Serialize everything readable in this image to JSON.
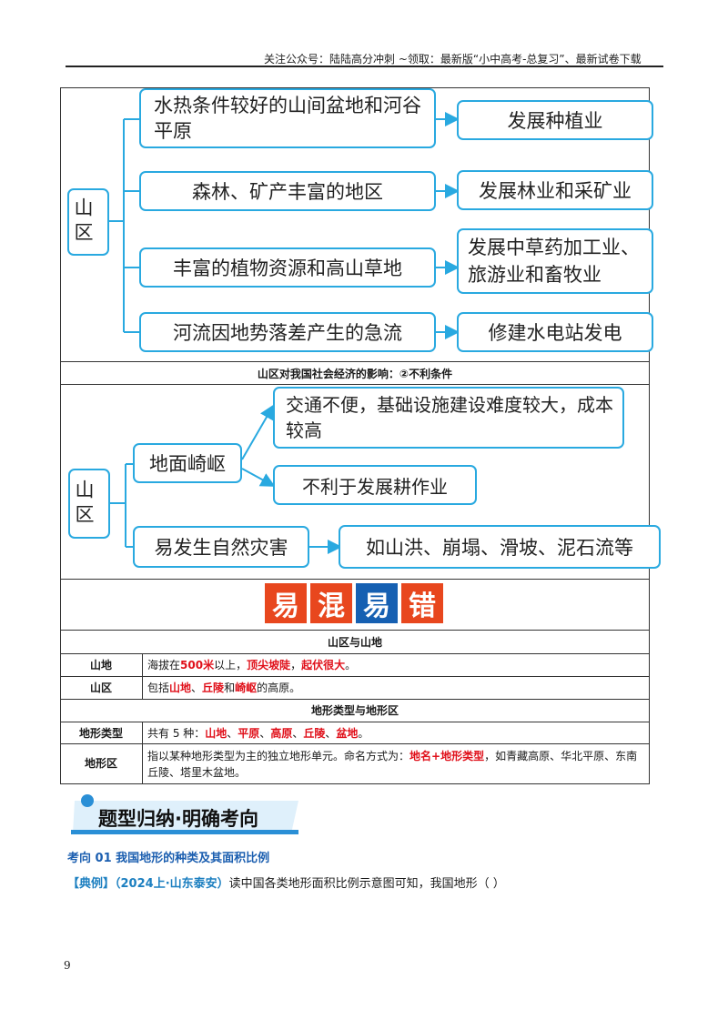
{
  "header": {
    "text": "关注公众号：陆陆高分冲刺 ~领取：最新版“小中高考-总复习”、最新试卷下载"
  },
  "diagram1": {
    "root": "山区",
    "conditions": [
      "水热条件较好的山间盆地和河谷平原",
      "森林、矿产丰富的地区",
      "丰富的植物资源和高山草地",
      "河流因地势落差产生的急流"
    ],
    "results": [
      "发展种植业",
      "发展林业和采矿业",
      "发展中草药加工业、旅游业和畜牧业",
      "修建水电站发电"
    ]
  },
  "section2_title": "山区对我国社会经济的影响：②不利条件",
  "diagram2": {
    "root": "山区",
    "b1": "地面崎岖",
    "b1_results": [
      "交通不便，基础设施建设难度较大，成本较高",
      "不利于发展耕作业"
    ],
    "b2": "易发生自然灾害",
    "b2_result": "如山洪、崩塌、滑坡、泥石流等"
  },
  "banner": {
    "chars": [
      "易",
      "混",
      "易",
      "错"
    ],
    "colors": [
      "#e8471e",
      "#e8471e",
      "#1660b2",
      "#e8471e"
    ]
  },
  "table1": {
    "title": "山区与山地",
    "rows": [
      {
        "label": "山地",
        "parts": [
          [
            "海拔在",
            false
          ],
          [
            "500米",
            true
          ],
          [
            "以上，",
            false
          ],
          [
            "顶尖坡陡",
            true
          ],
          [
            "，",
            false
          ],
          [
            "起伏很大",
            true
          ],
          [
            "。",
            false
          ]
        ]
      },
      {
        "label": "山区",
        "parts": [
          [
            "包括",
            false
          ],
          [
            "山地",
            true
          ],
          [
            "、",
            false
          ],
          [
            "丘陵",
            true
          ],
          [
            "和",
            false
          ],
          [
            "崎岖",
            true
          ],
          [
            "的高原。",
            false
          ]
        ]
      }
    ]
  },
  "table2": {
    "title": "地形类型与地形区",
    "rows": [
      {
        "label": "地形类型",
        "parts": [
          [
            "共有 5 种：",
            false
          ],
          [
            "山地",
            true
          ],
          [
            "、",
            false
          ],
          [
            "平原",
            true
          ],
          [
            "、",
            false
          ],
          [
            "高原",
            true
          ],
          [
            "、",
            false
          ],
          [
            "丘陵",
            true
          ],
          [
            "、",
            false
          ],
          [
            "盆地",
            true
          ],
          [
            "。",
            false
          ]
        ]
      },
      {
        "label": "地形区",
        "parts": [
          [
            "指以某种地形类型为主的独立地形单元。命名方式为：",
            false
          ],
          [
            "地名+地形类型",
            true
          ],
          [
            "，如青藏高原、华北平原、东南丘陵、塔里木盆地。",
            false
          ]
        ]
      }
    ]
  },
  "section_heading": "题型归纳·明确考向",
  "kaoxiang": "考向 01    我国地形的种类及其面积比例",
  "example": {
    "tag": "【典例】",
    "source": "（2024上·山东泰安）",
    "text": "读中国各类地形面积比例示意图可知，我国地形（   ）"
  },
  "page_number": "9"
}
